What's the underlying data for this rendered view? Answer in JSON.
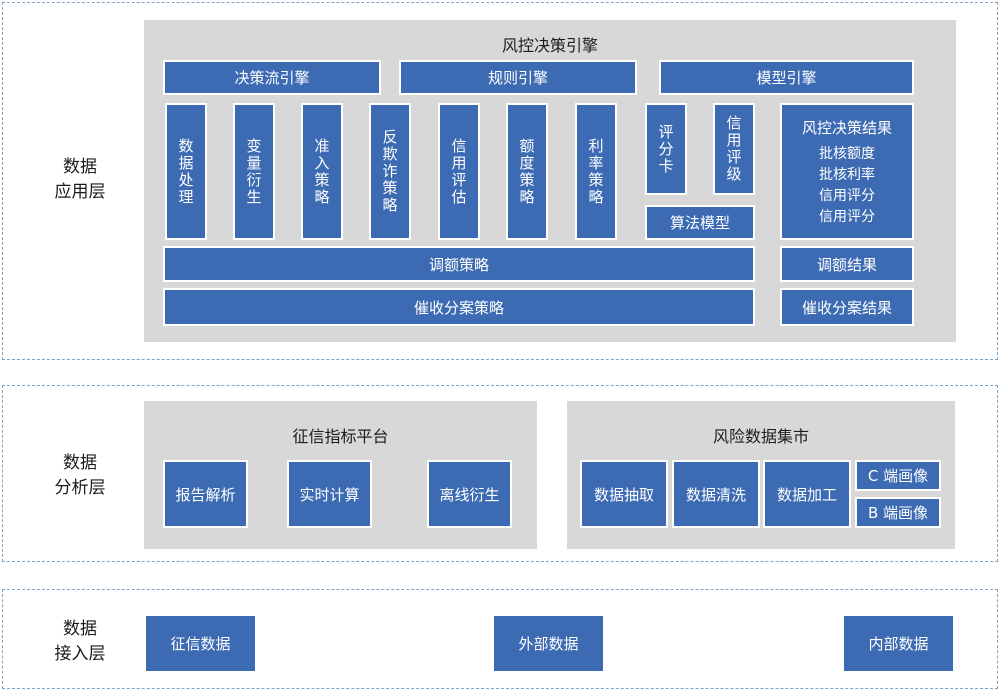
{
  "layers": {
    "application": {
      "label_lines": [
        "数据",
        "应用层"
      ],
      "panel_title": "风控决策引擎",
      "engines": [
        "决策流引擎",
        "规则引擎",
        "模型引擎"
      ],
      "strategies": [
        "数据处理",
        "变量衍生",
        "准入策略",
        "反欺诈策略",
        "信用评估",
        "额度策略",
        "利率策略"
      ],
      "models": [
        "评分卡",
        "信用评级"
      ],
      "algorithm_model": "算法模型",
      "result": {
        "title": "风控决策结果",
        "lines": [
          "批核额度",
          "批核利率",
          "信用评分",
          "信用评分"
        ]
      },
      "adjust_strategy": "调额策略",
      "adjust_result": "调额结果",
      "collection_strategy": "催收分案策略",
      "collection_result": "催收分案结果"
    },
    "analysis": {
      "label_lines": [
        "数据",
        "分析层"
      ],
      "credit_platform": {
        "title": "征信指标平台",
        "items": [
          "报告解析",
          "实时计算",
          "离线衍生"
        ]
      },
      "risk_mart": {
        "title": "风险数据集市",
        "items": [
          "数据抽取",
          "数据清洗",
          "数据加工"
        ],
        "profiles": [
          "C 端画像",
          "B 端画像"
        ]
      }
    },
    "access": {
      "label_lines": [
        "数据",
        "接入层"
      ],
      "items": [
        "征信数据",
        "外部数据",
        "内部数据"
      ]
    }
  },
  "colors": {
    "box": "#3c6bb3",
    "panel": "#d8d8d8",
    "dashed_border": "#7fa3c3"
  }
}
